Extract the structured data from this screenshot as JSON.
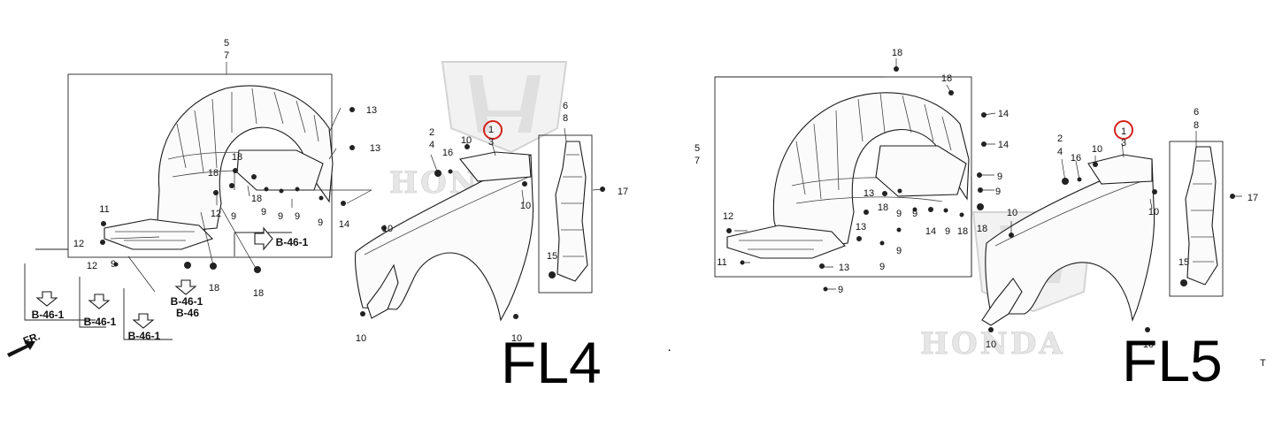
{
  "diagrams": [
    {
      "model_label": "FL4",
      "callouts": [
        "5",
        "7",
        "13",
        "13",
        "2",
        "4",
        "10",
        "16",
        "1",
        "3",
        "6",
        "8",
        "17",
        "18",
        "11",
        "12",
        "18",
        "18",
        "9",
        "9",
        "9",
        "9",
        "12",
        "9",
        "14",
        "10",
        "10",
        "15",
        "12",
        "9",
        "18",
        "18",
        "10",
        "10"
      ],
      "refs": [
        "B-46-1",
        "B-46-1",
        "B-46-1",
        "B-46-1",
        "B-46",
        "B-46-1"
      ],
      "direction_label": "FR.",
      "highlighted_callout": "1"
    },
    {
      "model_label": "FL5",
      "callouts": [
        "18",
        "18",
        "14",
        "14",
        "5",
        "7",
        "9",
        "9",
        "2",
        "4",
        "10",
        "16",
        "1",
        "3",
        "6",
        "8",
        "17",
        "13",
        "18",
        "9",
        "9",
        "18",
        "14",
        "9",
        "12",
        "13",
        "9",
        "18",
        "10",
        "10",
        "11",
        "13",
        "9",
        "9",
        "15",
        "10",
        "10"
      ],
      "highlighted_callout": "1"
    }
  ],
  "watermark_text": "HONDA",
  "stray_marks": [
    ".",
    "T"
  ]
}
